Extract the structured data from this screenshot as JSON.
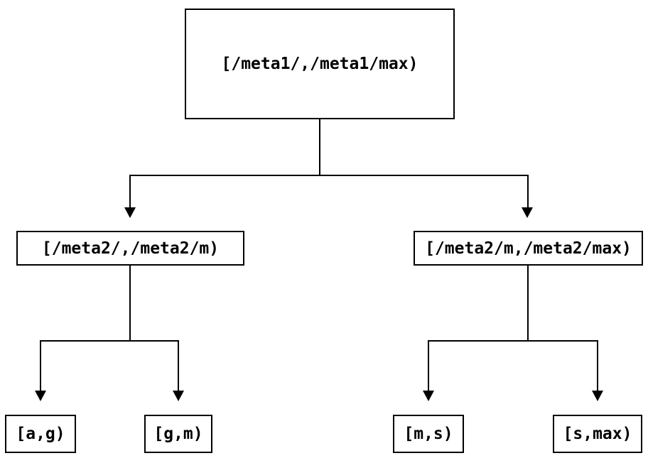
{
  "diagram": {
    "type": "tree",
    "background_color": "#ffffff",
    "line_color": "#000000",
    "nodes": {
      "root": "[/meta1/,/meta1/max)",
      "left_branch": "[/meta2/,/meta2/m)",
      "right_branch": "[/meta2/m,/meta2/max)",
      "leaf_ag": "[a,g)",
      "leaf_gm": "[g,m)",
      "leaf_ms": "[m,s)",
      "leaf_smax": "[s,max)"
    },
    "structure": {
      "root_children": [
        "left_branch",
        "right_branch"
      ],
      "left_branch_children": [
        "leaf_ag",
        "leaf_gm"
      ],
      "right_branch_children": [
        "leaf_ms",
        "leaf_smax"
      ]
    }
  }
}
